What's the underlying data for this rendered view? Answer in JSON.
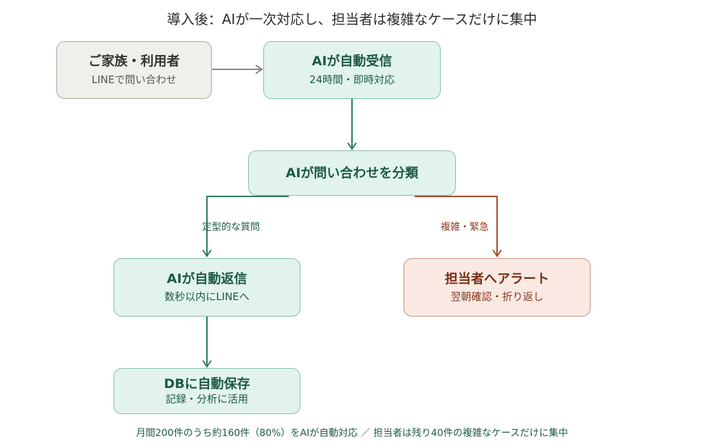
{
  "title": "導入後：AIが一次対応し、担当者は複雑なケースだけに集中",
  "colors": {
    "green_line": "#2a7a5e",
    "red_line": "#a5492a",
    "gray_line": "#8a8680"
  },
  "nodes": {
    "user": {
      "main": "ご家族・利用者",
      "sub": "LINEで問い合わせ"
    },
    "receive": {
      "main": "AIが自動受信",
      "sub": "24時間・即時対応"
    },
    "classify": {
      "main": "AIが問い合わせを分類"
    },
    "reply": {
      "main": "AIが自動返信",
      "sub": "数秒以内にLINEへ"
    },
    "alert": {
      "main": "担当者へアラート",
      "sub": "翌朝確認・折り返し"
    },
    "db": {
      "main": "DBに自動保存",
      "sub": "記録・分析に活用"
    }
  },
  "edge_labels": {
    "routine": "定型的な質問",
    "complex": "複雑・緊急"
  },
  "footer": "月間200件のうち約160件（80%）をAIが自動対応 ／ 担当者は残り40件の複雑なケースだけに集中"
}
